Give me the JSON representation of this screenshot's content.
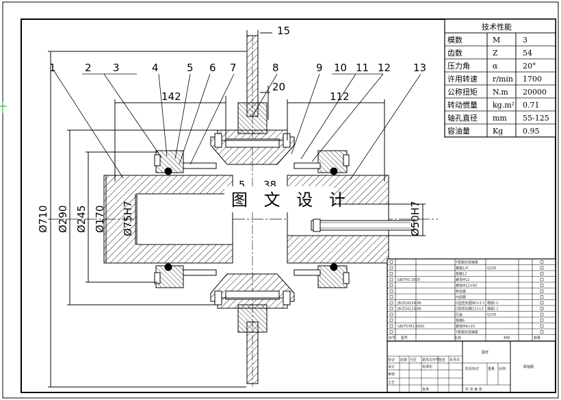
{
  "dimensions": {
    "d15": "15",
    "d20": "20",
    "d142": "142",
    "d112": "112",
    "dia710": "Ø710",
    "dia290": "Ø290",
    "dia245": "Ø245",
    "dia170": "Ø170",
    "dia75": "Ø75H7",
    "dia50": "Ø50H7",
    "partial_5": "5",
    "partial_38": "38"
  },
  "part_numbers": [
    "1",
    "2",
    "3",
    "4",
    "5",
    "6",
    "7",
    "8",
    "9",
    "10",
    "11",
    "12",
    "13"
  ],
  "watermark": "图 文 设 计",
  "specs": {
    "title": "技术性能",
    "rows": [
      {
        "name": "模数",
        "symbol": "M",
        "value": "3"
      },
      {
        "name": "齿数",
        "symbol": "Z",
        "value": "54"
      },
      {
        "name": "压力角",
        "symbol": "α",
        "value": "20°"
      },
      {
        "name": "许用转速",
        "symbol": "r/min",
        "value": "1700"
      },
      {
        "name": "公称扭矩",
        "symbol": "N.m",
        "value": "20000"
      },
      {
        "name": "转动惯量",
        "symbol": "kg.m²",
        "value": "0.71"
      },
      {
        "name": "轴孔直径",
        "symbol": "mm",
        "value": "55-125"
      },
      {
        "name": "容油量",
        "symbol": "Kg",
        "value": "0.95"
      }
    ]
  },
  "bom": {
    "rows": [
      {
        "std": "",
        "name": "Y型鼓形齿轴套",
        "mat": ""
      },
      {
        "std": "",
        "name": "螺塞1/4",
        "mat": "Q235"
      },
      {
        "std": "",
        "name": "垫圈12",
        "mat": ""
      },
      {
        "std": "GB/T41-2000",
        "name": "螺母M12",
        "mat": ""
      },
      {
        "std": "",
        "name": "螺栓M12×60",
        "mat": ""
      },
      {
        "std": "",
        "name": "制动盘",
        "mat": ""
      },
      {
        "std": "",
        "name": "内齿圈",
        "mat": ""
      },
      {
        "std": "JB/ZQ4224-86",
        "name": "O型密封圈90×3.1",
        "mat": "橡胶I-1"
      },
      {
        "std": "JB/ZQ4224-86",
        "name": "O型密封圈212×3",
        "mat": "橡胶I-1"
      },
      {
        "std": "",
        "name": "压盖",
        "mat": "Q235"
      },
      {
        "std": "",
        "name": "垫圈6",
        "mat": ""
      },
      {
        "std": "GB/T5781-2000",
        "name": "螺栓M6×20",
        "mat": ""
      },
      {
        "std": "",
        "name": "Y型鼓形齿轴套",
        "mat": ""
      }
    ],
    "header": {
      "seq": "序号",
      "code": "图号",
      "name": "名称",
      "mat": "材料",
      "qty": "数量"
    }
  },
  "title_block": {
    "unit": "图样",
    "drawing_name": "联轴器",
    "labels": {
      "mark": "标记",
      "count": "处数",
      "zone": "分区",
      "change_doc": "更改文件号",
      "sign": "签名",
      "date": "年月日",
      "design": "设计",
      "standardize": "标准化",
      "stage_mark": "阶段标记",
      "weight": "重量",
      "scale": "比例",
      "review": "审核",
      "process": "工艺",
      "approve": "批准",
      "total_sheets": "共 张 第 张"
    }
  }
}
